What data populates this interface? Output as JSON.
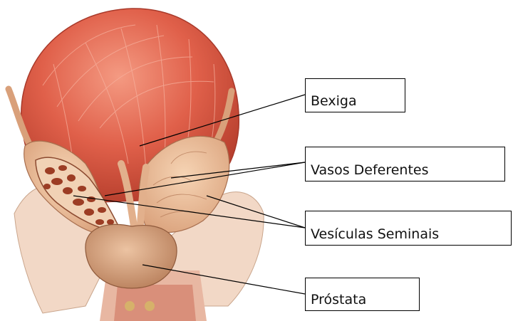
{
  "labels": {
    "bexiga": "Bexiga",
    "vasos_deferentes": "Vasos Deferentes",
    "vesiculas_seminais": "Vesículas Seminais",
    "prostata": "Próstata"
  },
  "colors": {
    "bladder": "#e0604a",
    "bladder_light": "#f0917a",
    "vesicle": "#e7b48c",
    "section": "#c0563a",
    "prostate": "#d9a07a",
    "flesh": "#f2d4c0",
    "line": "#000000"
  }
}
